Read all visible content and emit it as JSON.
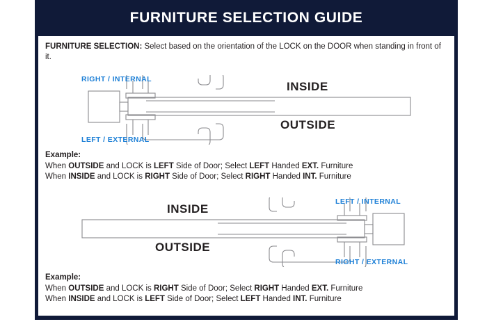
{
  "colors": {
    "frame_navy": "#101a38",
    "accent_blue": "#1c7fd6",
    "text_dark": "#231f20",
    "line_gray": "#8a8a8e",
    "page_white": "#ffffff"
  },
  "header": {
    "title": "FURNITURE SELECTION GUIDE"
  },
  "intro": {
    "label": "FURNITURE SELECTION:",
    "body": "Select based on the orientation of the LOCK on the DOOR when standing in front of it."
  },
  "diagram_1": {
    "name": "left-external-right-internal-door",
    "top_blue_label": "RIGHT / INTERNAL",
    "bottom_blue_label": "LEFT / EXTERNAL",
    "inside_label": "INSIDE",
    "outside_label": "OUTSIDE",
    "lock_side": "left"
  },
  "diagram_2": {
    "name": "right-external-left-internal-door",
    "top_blue_label": "LEFT / INTERNAL",
    "bottom_blue_label": "RIGHT / EXTERNAL",
    "inside_label": "INSIDE",
    "outside_label": "OUTSIDE",
    "lock_side": "right"
  },
  "example_1": {
    "heading": "Example:",
    "line1": {
      "p1": "When ",
      "b1": "OUTSIDE",
      "p2": " and LOCK is ",
      "b2": "LEFT",
      "p3": " Side of Door;   Select ",
      "b3": "LEFT",
      "p4": " Handed ",
      "b4": "EXT.",
      "p5": " Furniture"
    },
    "line2": {
      "p1": "When ",
      "b1": "INSIDE",
      "p2": " and LOCK is ",
      "b2": "RIGHT",
      "p3": " Side of Door;  Select ",
      "b3": "RIGHT",
      "p4": " Handed ",
      "b4": "INT.",
      "p5": " Furniture"
    }
  },
  "example_2": {
    "heading": "Example:",
    "line1": {
      "p1": "When ",
      "b1": "OUTSIDE",
      "p2": " and LOCK is ",
      "b2": "RIGHT",
      "p3": " Side of Door;   Select ",
      "b3": "RIGHT",
      "p4": " Handed ",
      "b4": "EXT.",
      "p5": " Furniture"
    },
    "line2": {
      "p1": "When ",
      "b1": "INSIDE",
      "p2": " and LOCK is ",
      "b2": "LEFT",
      "p3": " Side of Door;  Select ",
      "b3": "LEFT",
      "p4": " Handed ",
      "b4": "INT.",
      "p5": " Furniture"
    }
  }
}
